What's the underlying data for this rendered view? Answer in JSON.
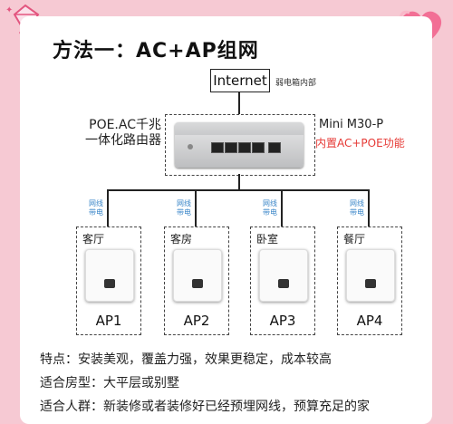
{
  "title": "方法一：AC+AP组网",
  "internet": {
    "label": "Internet",
    "note": "弱电箱内部"
  },
  "router": {
    "label_line1": "POE.AC千兆",
    "label_line2": "一体化路由器",
    "model": "Mini M30-P",
    "feature": "内置AC+POE功能"
  },
  "cable_label": [
    "网线",
    "带电"
  ],
  "aps": [
    {
      "room": "客厅",
      "name": "AP1"
    },
    {
      "room": "客房",
      "name": "AP2"
    },
    {
      "room": "卧室",
      "name": "AP3"
    },
    {
      "room": "餐厅",
      "name": "AP4"
    }
  ],
  "footer": {
    "features": "特点：安装美观，覆盖力强，效果更稳定，成本较高",
    "house_type": "适合房型：大平层或别墅",
    "audience": "适合人群：新装修或者装修好已经预埋网线，预算充足的家"
  },
  "colors": {
    "accent_blue": "#3a86c8",
    "accent_red": "#e63a36",
    "background_pink": "#f6c9d3"
  }
}
